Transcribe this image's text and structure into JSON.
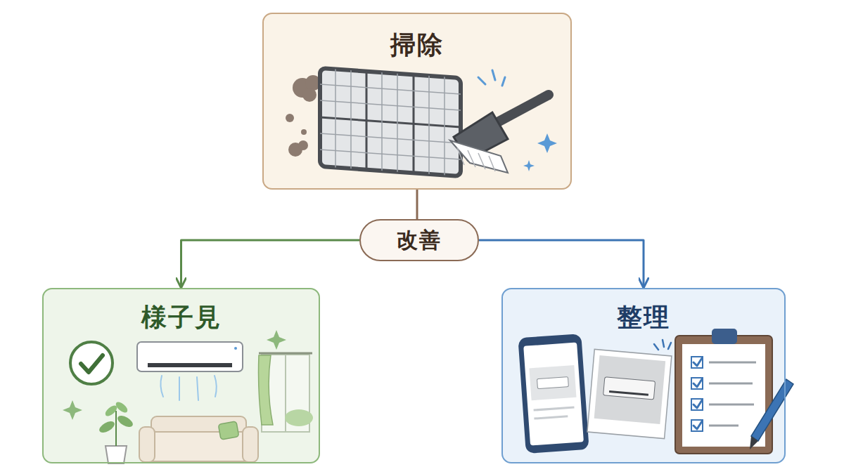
{
  "diagram": {
    "nodes": [
      {
        "text": [
          "掃除"
        ]
      },
      {
        "text": [
          "改善"
        ]
      },
      {
        "text": [
          "様子見"
        ]
      },
      {
        "text": [
          "整理"
        ]
      }
    ],
    "edges": [
      {
        "from": 0,
        "to": 1,
        "arrow": "none"
      },
      {
        "from": 1,
        "to": 2,
        "arrow": "to"
      },
      {
        "from": 1,
        "to": 3,
        "arrow": "to"
      }
    ]
  }
}
